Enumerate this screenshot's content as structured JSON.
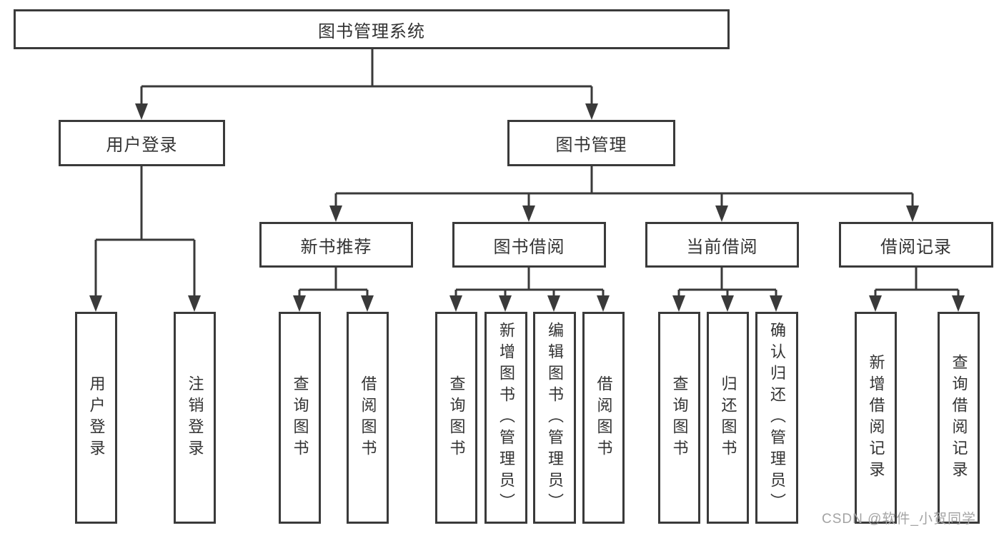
{
  "tree": {
    "root": {
      "label": "图书管理系统"
    },
    "branches": [
      {
        "label": "用户登录",
        "children": [
          {
            "label": "用户登录"
          },
          {
            "label": "注销登录"
          }
        ]
      },
      {
        "label": "图书管理",
        "children": [
          {
            "label": "新书推荐",
            "children": [
              {
                "label": "查询图书"
              },
              {
                "label": "借阅图书"
              }
            ]
          },
          {
            "label": "图书借阅",
            "children": [
              {
                "label": "查询图书"
              },
              {
                "label": "新增图书（管理员）"
              },
              {
                "label": "编辑图书（管理员）"
              },
              {
                "label": "借阅图书"
              }
            ]
          },
          {
            "label": "当前借阅",
            "children": [
              {
                "label": "查询图书"
              },
              {
                "label": "归还图书"
              },
              {
                "label": "确认归还（管理员）"
              }
            ]
          },
          {
            "label": "借阅记录",
            "children": [
              {
                "label": "新增借阅记录"
              },
              {
                "label": "查询借阅记录"
              }
            ]
          }
        ]
      }
    ]
  },
  "watermark": {
    "text": "CSDN @软件_小贺同学"
  },
  "colors": {
    "line": "#3a3a3a",
    "text": "#333333",
    "watermark": "#a3a3a3",
    "background": "#ffffff"
  }
}
